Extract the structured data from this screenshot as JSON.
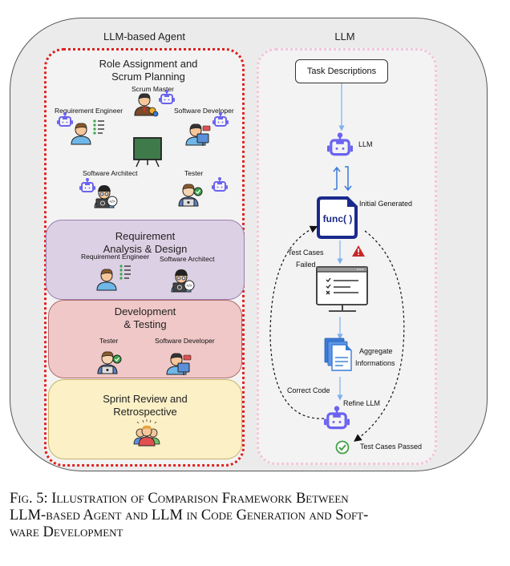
{
  "agent_panel": {
    "title": "LLM-based Agent",
    "stages": [
      {
        "title_line1": "Role Assignment and",
        "title_line2": "Scrum Planning",
        "roles": [
          "Scrum Master",
          "Requirement Engineer",
          "Software Developer",
          "Software Architect",
          "Tester"
        ]
      },
      {
        "title_line1": "Requirement",
        "title_line2": "Analysis & Design",
        "color": "#dcd0e4",
        "roles": [
          "Requirement Engineer",
          "Software Architect"
        ]
      },
      {
        "title_line1": "Development",
        "title_line2": "& Testing",
        "color": "#f0c8c8",
        "roles": [
          "Tester",
          "Software Developer"
        ]
      },
      {
        "title_line1": "Sprint Review and",
        "title_line2": "Retrospective",
        "color": "#fbf0c6",
        "roles": []
      }
    ]
  },
  "llm_panel": {
    "title": "LLM",
    "task_box": "Task Descriptions",
    "llm_label": "LLM",
    "initial_generated": "Initial Generated",
    "func_label": "func( )",
    "test_cases_failed_line1": "Test Cases",
    "test_cases_failed_line2": "Failed",
    "aggregate_line1": "Aggregate",
    "aggregate_line2": "Informations",
    "correct_code": "Correct Code",
    "refine_llm": "Refine LLM",
    "test_cases_passed": "Test Cases Passed"
  },
  "caption": "Fig. 5: Illustration of Comparison Framework Between LLM-based Agent and LLM in Code Generation and Software Development",
  "caption_lines": [
    "Fig. 5: Illustration of Comparison Framework Between",
    "LLM-based Agent and LLM in Code Generation and Soft-",
    "ware Development"
  ],
  "colors": {
    "agent_border": "#e02020",
    "llm_border": "#f2c6dc",
    "robot": "#6b63f0",
    "arrow_blue": "#7fb0f0",
    "func_navy": "#1a2a8c",
    "warning_red": "#c62828",
    "pass_green": "#43a047"
  }
}
